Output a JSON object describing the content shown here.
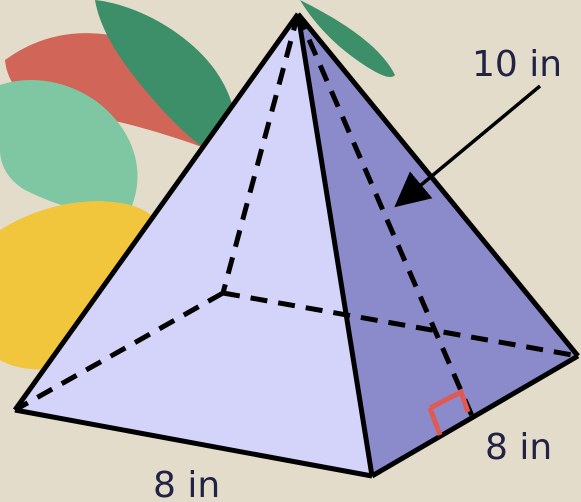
{
  "figure": {
    "top_arrow_label": "10 in",
    "right_edge_label": "8 in",
    "bottom_edge_label": "8 in"
  },
  "colors": {
    "background": "#e3dccb",
    "front_face": "#d4d4fa",
    "side_face": "#8b8bcb",
    "edge": "#000000",
    "right_angle_marker": "#e05a55",
    "leaf_green": "#3d8f6a",
    "leaf_light_green": "#7fc7a3",
    "leaf_red": "#d06558",
    "blob_yellow": "#f2c63c"
  }
}
